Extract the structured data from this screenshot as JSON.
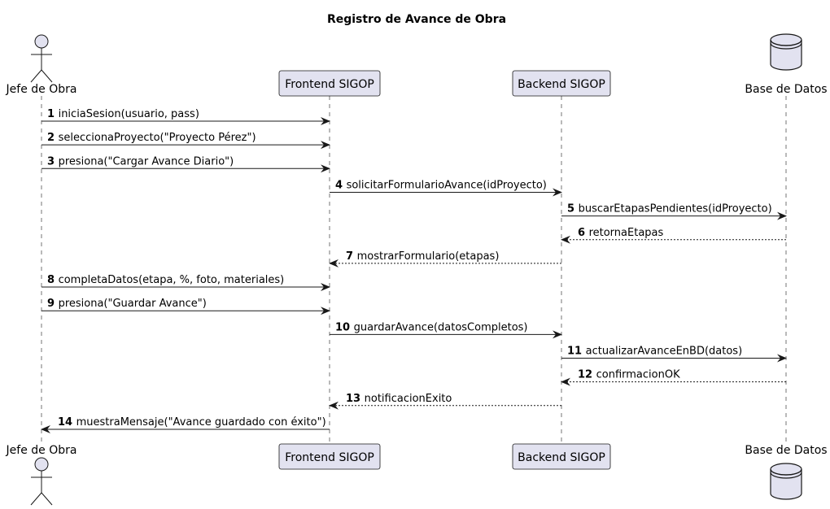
{
  "title": "Registro de Avance de Obra",
  "participants": [
    {
      "id": "jefe",
      "label": "Jefe de Obra",
      "kind": "actor"
    },
    {
      "id": "front",
      "label": "Frontend SIGOP",
      "kind": "participant"
    },
    {
      "id": "back",
      "label": "Backend SIGOP",
      "kind": "participant"
    },
    {
      "id": "db",
      "label": "Base de Datos",
      "kind": "database"
    }
  ],
  "messages": [
    {
      "num": "1",
      "from": "jefe",
      "to": "front",
      "label": "iniciaSesion(usuario, pass)",
      "dashed": false
    },
    {
      "num": "2",
      "from": "jefe",
      "to": "front",
      "label": "seleccionaProyecto(\"Proyecto Pérez\")",
      "dashed": false
    },
    {
      "num": "3",
      "from": "jefe",
      "to": "front",
      "label": "presiona(\"Cargar Avance Diario\")",
      "dashed": false
    },
    {
      "num": "4",
      "from": "front",
      "to": "back",
      "label": "solicitarFormularioAvance(idProyecto)",
      "dashed": false
    },
    {
      "num": "5",
      "from": "back",
      "to": "db",
      "label": "buscarEtapasPendientes(idProyecto)",
      "dashed": false
    },
    {
      "num": "6",
      "from": "db",
      "to": "back",
      "label": "retornaEtapas",
      "dashed": true
    },
    {
      "num": "7",
      "from": "back",
      "to": "front",
      "label": "mostrarFormulario(etapas)",
      "dashed": true
    },
    {
      "num": "8",
      "from": "jefe",
      "to": "front",
      "label": "completaDatos(etapa, %, foto, materiales)",
      "dashed": false
    },
    {
      "num": "9",
      "from": "jefe",
      "to": "front",
      "label": "presiona(\"Guardar Avance\")",
      "dashed": false
    },
    {
      "num": "10",
      "from": "front",
      "to": "back",
      "label": "guardarAvance(datosCompletos)",
      "dashed": false
    },
    {
      "num": "11",
      "from": "back",
      "to": "db",
      "label": "actualizarAvanceEnBD(datos)",
      "dashed": false
    },
    {
      "num": "12",
      "from": "db",
      "to": "back",
      "label": "confirmacionOK",
      "dashed": true
    },
    {
      "num": "13",
      "from": "back",
      "to": "front",
      "label": "notificacionExito",
      "dashed": true
    },
    {
      "num": "14",
      "from": "front",
      "to": "jefe",
      "label": "muestraMensaje(\"Avance guardado con éxito\")",
      "dashed": false
    }
  ],
  "colors": {
    "participant_fill": "#e2e2f0",
    "stroke": "#181818"
  }
}
